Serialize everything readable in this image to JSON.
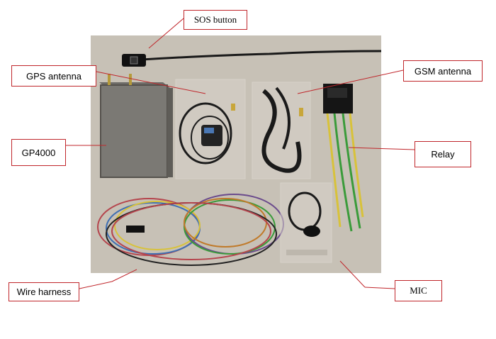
{
  "labels": {
    "sos": "SOS button",
    "gps": "GPS antenna",
    "gsm": "GSM antenna",
    "device": "GP4000",
    "relay": "Relay",
    "harness": "Wire harness",
    "mic": "MIC"
  },
  "colors": {
    "label_border": "#c0262b",
    "leader_line": "#c0262b",
    "backdrop": "#c7c1b6"
  }
}
